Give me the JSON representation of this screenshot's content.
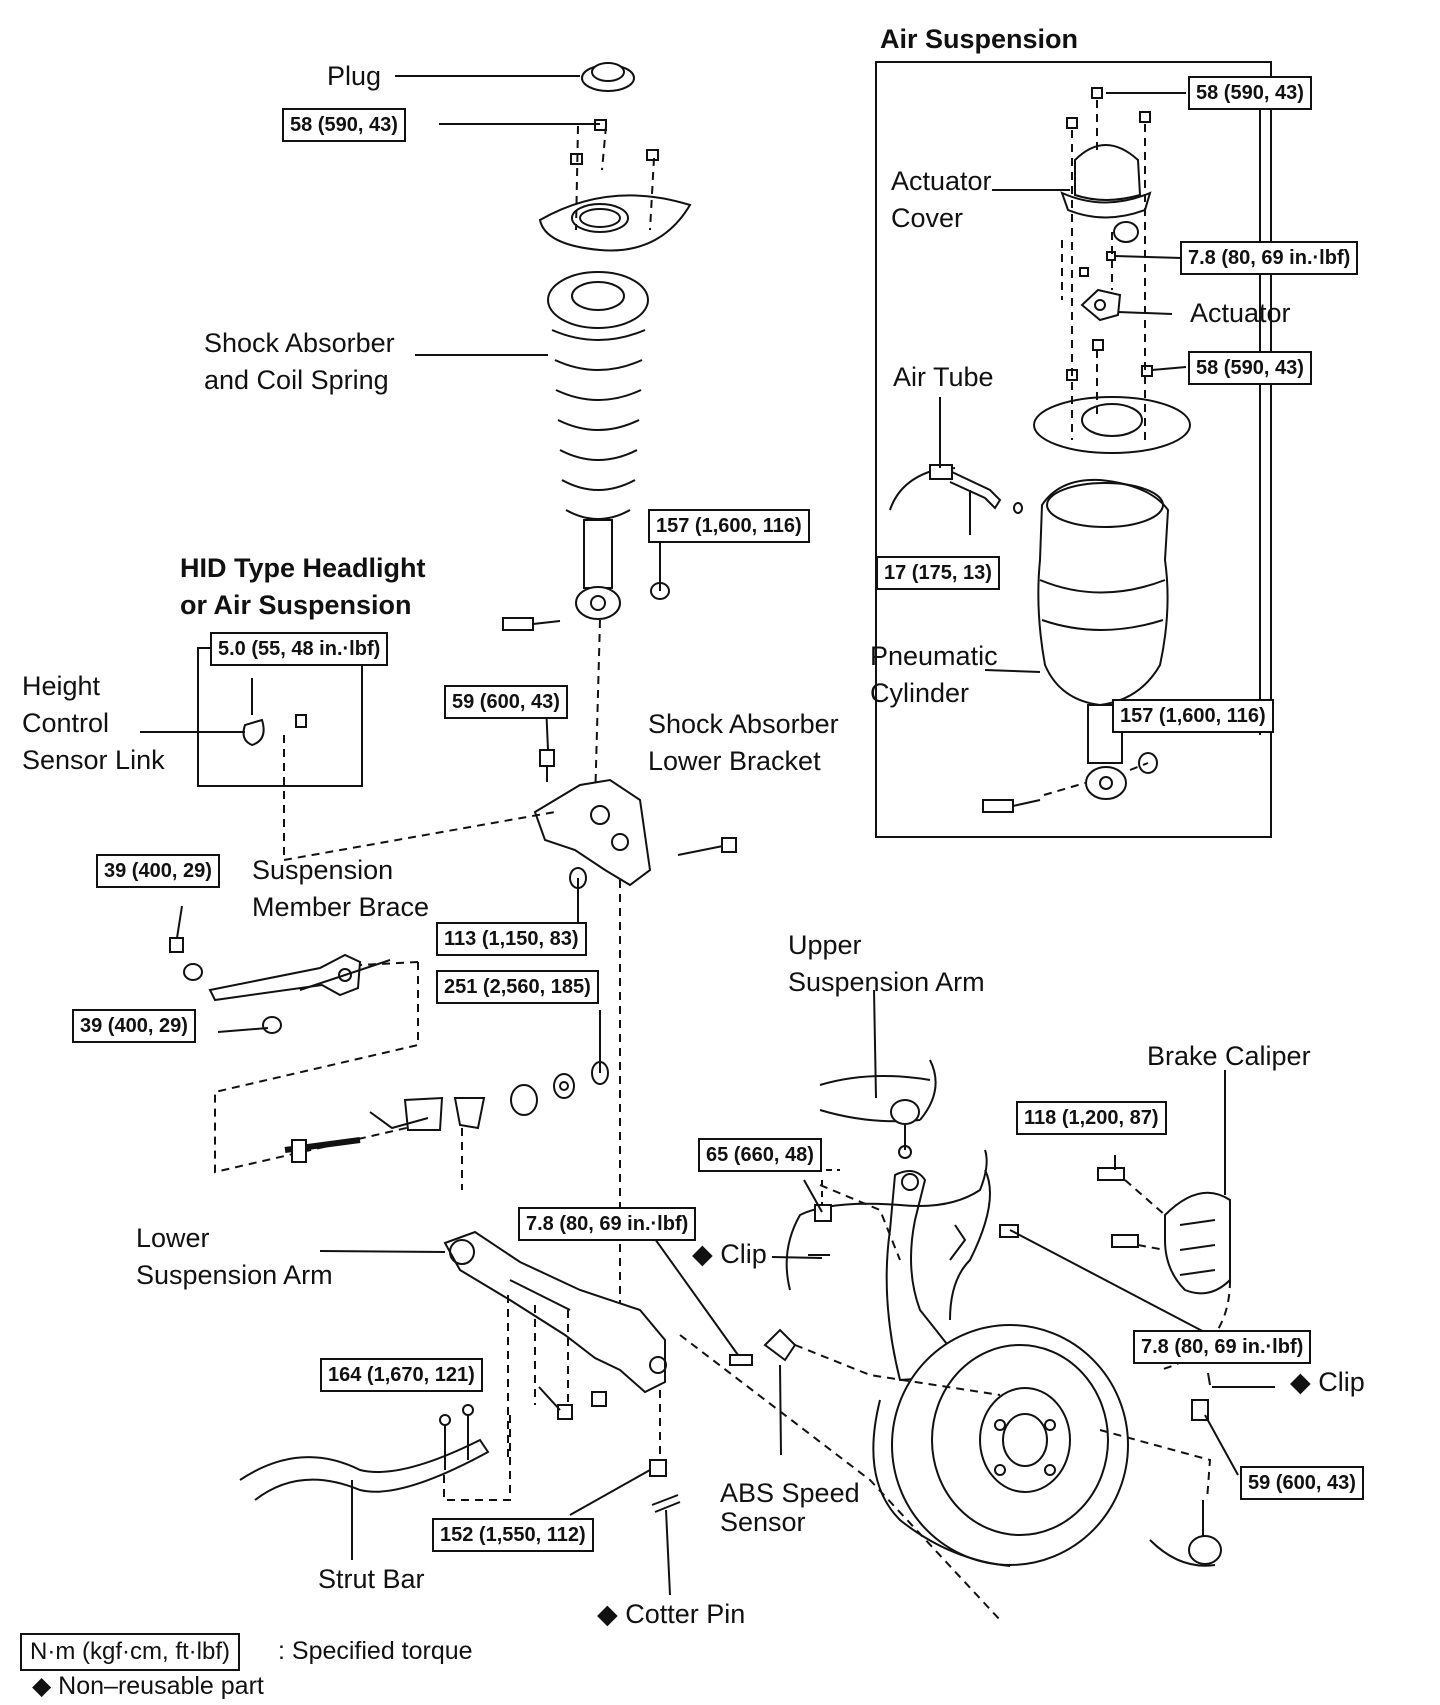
{
  "labels": {
    "plug": "Plug",
    "shock_absorber_1": "Shock Absorber",
    "shock_absorber_2": "and Coil Spring",
    "hid_header_1": "HID Type Headlight",
    "hid_header_2": "or Air Suspension",
    "height_1": "Height",
    "height_2": "Control",
    "height_3": "Sensor Link",
    "suspension_member_1": "Suspension",
    "suspension_member_2": "Member Brace",
    "lower_bracket_1": "Shock Absorber",
    "lower_bracket_2": "Lower Bracket",
    "air_header": "Air Suspension",
    "actuator_cover_1": "Actuator",
    "actuator_cover_2": "Cover",
    "actuator": "Actuator",
    "air_tube": "Air Tube",
    "pneumatic_1": "Pneumatic",
    "pneumatic_2": "Cylinder",
    "upper_arm_1": "Upper",
    "upper_arm_2": "Suspension Arm",
    "brake_caliper": "Brake Caliper",
    "lower_arm_1": "Lower",
    "lower_arm_2": "Suspension Arm",
    "clip_1": "◆ Clip",
    "clip_2": "◆ Clip",
    "abs_1": "ABS Speed",
    "abs_2": "Sensor",
    "strut_bar": "Strut Bar",
    "cotter_pin": "◆ Cotter Pin"
  },
  "torques": {
    "t_plug": "58 (590, 43)",
    "t_air_top": "58 (590, 43)",
    "t_actuator": "7.8 (80, 69 in.·lbf)",
    "t_air_mid": "58 (590, 43)",
    "t_shock_bottom": "157 (1,600, 116)",
    "t_air_tube": "17 (175, 13)",
    "t_air_bottom": "157 (1,600, 116)",
    "t_height_sensor": "5.0 (55, 48 in.·lbf)",
    "t_bracket": "59 (600, 43)",
    "t_brace_upper": "39 (400, 29)",
    "t_brace_lower": "39 (400, 29)",
    "t_113": "113 (1,150, 83)",
    "t_251": "251 (2,560, 185)",
    "t_65": "65 (660, 48)",
    "t_118": "118 (1,200, 87)",
    "t_abs": "7.8 (80, 69 in.·lbf)",
    "t_caliper_clip": "7.8 (80, 69 in.·lbf)",
    "t_164": "164 (1,670, 121)",
    "t_59_knuckle": "59 (600, 43)",
    "t_152": "152 (1,550, 112)"
  },
  "legend": {
    "torque_box": "N·m (kgf·cm, ft·lbf)",
    "torque_text": ": Specified torque",
    "nonreusable": "◆ Non–reusable part"
  }
}
